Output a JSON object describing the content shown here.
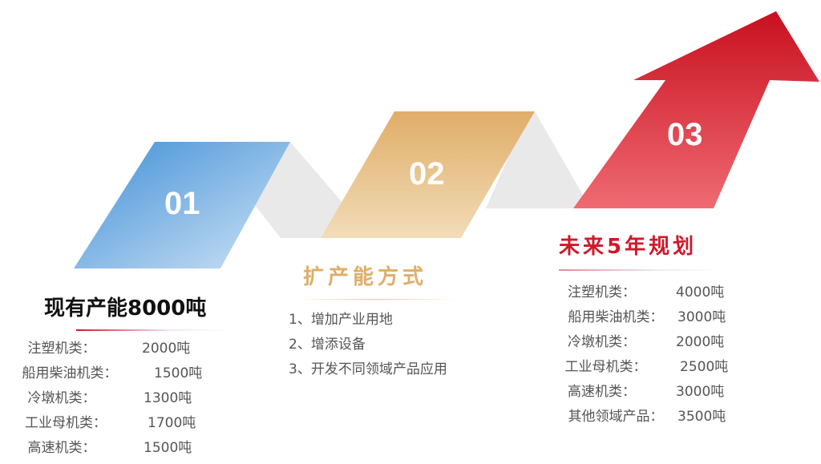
{
  "steps": [
    {
      "number": "01",
      "title": "现有产能8000吨",
      "color": "#5aa7e0",
      "items": [
        {
          "label": "注塑机类：",
          "value": "2000吨"
        },
        {
          "label": "船用柴油机类：",
          "value": "1500吨"
        },
        {
          "label": "冷墩机类：",
          "value": "1300吨"
        },
        {
          "label": "工业母机类：",
          "value": "1700吨"
        },
        {
          "label": "高速机类：",
          "value": "1500吨"
        }
      ]
    },
    {
      "number": "02",
      "title": "扩产能方式",
      "color": "#e0b06c",
      "items": [
        "1、增加产业用地",
        "2、增添设备",
        "3、开发不同领域产品应用"
      ]
    },
    {
      "number": "03",
      "title": "未来5年规划",
      "color": "#d0182a",
      "items": [
        {
          "label": "注塑机类：",
          "value": "4000吨"
        },
        {
          "label": "船用柴油机类：",
          "value": "3000吨"
        },
        {
          "label": "冷墩机类：",
          "value": "2000吨"
        },
        {
          "label": "工业母机类：",
          "value": "2500吨"
        },
        {
          "label": "高速机类：",
          "value": "3000吨"
        },
        {
          "label": "其他领域产品：",
          "value": "3500吨"
        }
      ]
    }
  ]
}
